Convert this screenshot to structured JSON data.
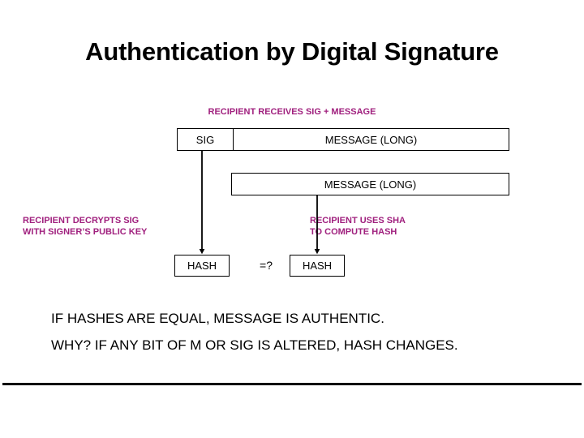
{
  "slide": {
    "title": "Authentication by Digital Signature",
    "accent_color": "#A0207E",
    "line_color": "#000000",
    "background_color": "#FFFFFF"
  },
  "annotations": {
    "receives": "RECIPIENT RECEIVES SIG + MESSAGE",
    "decrypts_line_1": "RECIPIENT DECRYPTS SIG",
    "decrypts_line_2": "WITH SIGNER’S PUBLIC KEY",
    "sha_line_1": "RECIPIENT USES SHA",
    "sha_line_2": "TO COMPUTE HASH"
  },
  "boxes": {
    "sig": "SIG",
    "message_1": "MESSAGE (LONG)",
    "message_2": "MESSAGE (LONG)",
    "hash_left": "HASH",
    "hash_right": "HASH"
  },
  "compare": {
    "operator": "=?"
  },
  "conclusion": {
    "line_1": "IF HASHES ARE EQUAL, MESSAGE IS AUTHENTIC.",
    "line_2": "WHY?  IF ANY BIT OF M OR SIG IS ALTERED, HASH CHANGES."
  }
}
